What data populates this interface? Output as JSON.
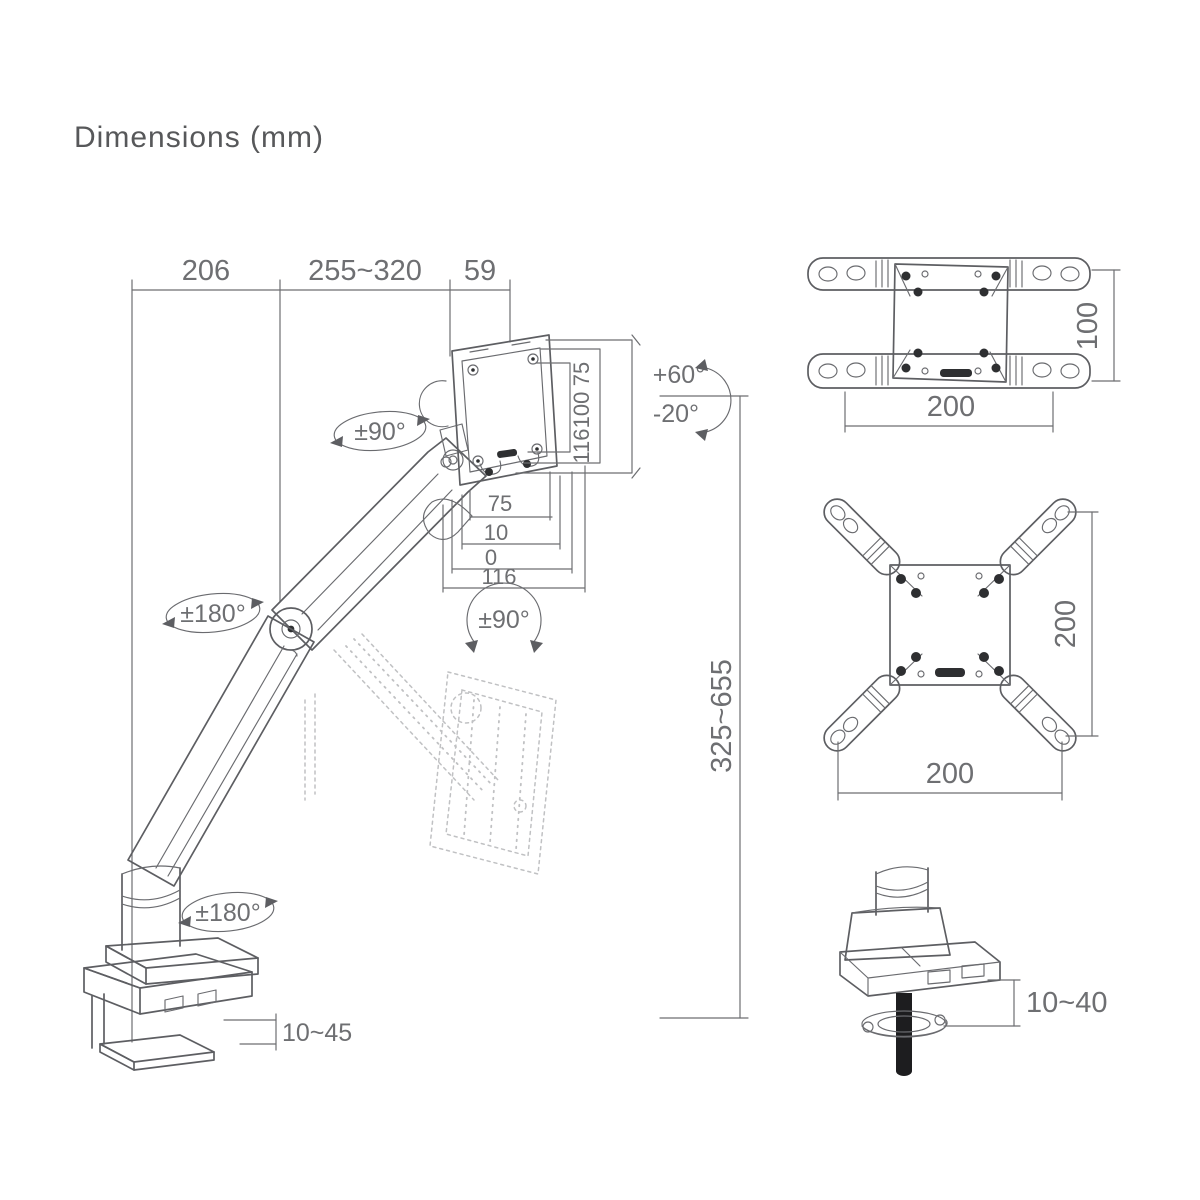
{
  "title": "Dimensions (mm)",
  "side_view": {
    "arm_rear_length": "206",
    "arm_front_length": "255~320",
    "head_offset": "59",
    "head_swivel": "±90°",
    "tilt_up": "+60°",
    "tilt_down": "-20°",
    "vesa_vertical": [
      "75",
      "100",
      "116"
    ],
    "vesa_horizontal": [
      "75",
      "10",
      "0",
      "116"
    ],
    "head_rotation": "±90°",
    "elbow_swivel": "±180°",
    "base_swivel": "±180°",
    "height_range": "325~655",
    "clamp_thickness": "10~45"
  },
  "accessory_views": {
    "extension_plate": {
      "height": "100",
      "width": "200"
    },
    "x_adapter": {
      "height": "200",
      "width": "200"
    },
    "grommet_mount": {
      "thickness": "10~40"
    }
  },
  "colors": {
    "background": "#ffffff",
    "line": "#5d5e62",
    "text": "#6e6f72",
    "ghost": "#c0c1c3",
    "rod": "#1d1d1f"
  }
}
